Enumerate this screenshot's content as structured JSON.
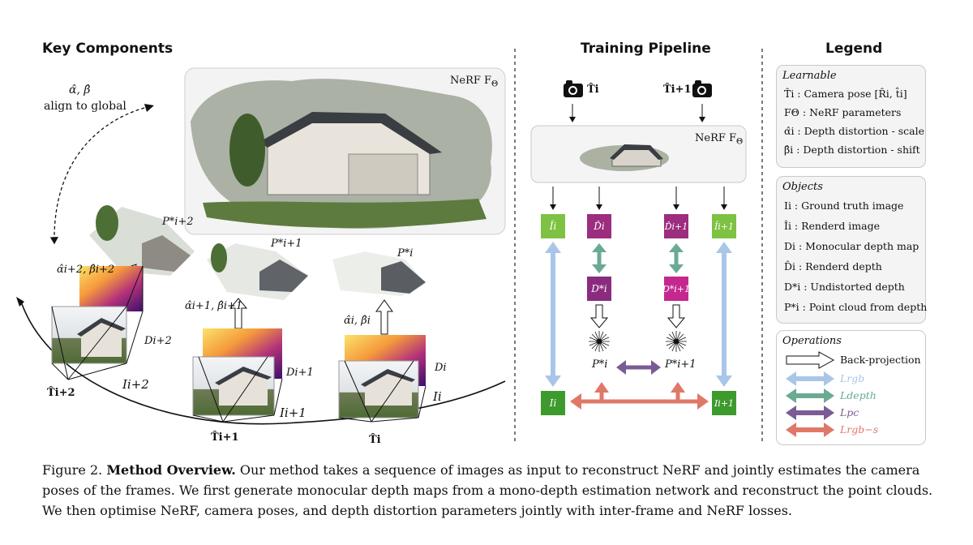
{
  "headers": {
    "key_components": "Key Components",
    "training_pipeline": "Training Pipeline",
    "legend": "Legend"
  },
  "key_components": {
    "align_symbols": "α̂, β̂",
    "align_text": "align to global",
    "nerf_label": "NeRF F",
    "nerf_sub": "Θ",
    "cloud_labels": [
      "P*i+2",
      "P*i+1",
      "P*i"
    ],
    "param_labels": [
      "α̂i+2, β̂i+2",
      "α̂i+1, β̂i+1",
      "α̂i, β̂i"
    ],
    "depth_labels": [
      "Di+2",
      "Di+1",
      "Di"
    ],
    "image_labels": [
      "Ii+2",
      "Ii+1",
      "Ii"
    ],
    "pose_labels": [
      "T̂i+2",
      "T̂i+1",
      "T̂i"
    ]
  },
  "training_pipeline": {
    "cam_left": "T̂i",
    "cam_right": "T̂i+1",
    "nerf_label": "NeRF F",
    "nerf_sub": "Θ",
    "boxes": {
      "i_hat_i": "Îi",
      "d_hat_i": "D̂i",
      "d_hat_i1": "D̂i+1",
      "i_hat_i1": "Îi+1",
      "d_star_i": "D*i",
      "d_star_i1": "D*i+1",
      "i_i": "Ii",
      "i_i1": "Ii+1"
    },
    "p_star_i": "P*i",
    "p_star_i1": "P*i+1"
  },
  "legend": {
    "learnable": {
      "title": "Learnable",
      "items": [
        "T̂i : Camera pose [R̂i, t̂i]",
        "FΘ : NeRF parameters",
        "α̂i : Depth distortion - scale",
        "β̂i : Depth distortion - shift"
      ]
    },
    "objects": {
      "title": "Objects",
      "items": [
        "Ii : Ground truth image",
        "Îi : Renderd image",
        "Di : Monocular depth map",
        "D̂i : Renderd depth",
        "D*i : Undistorted depth",
        "P*i : Point cloud from depth"
      ]
    },
    "operations": {
      "title": "Operations",
      "items": [
        "Back-projection",
        "Lrgb",
        "Ldepth",
        "Lpc",
        "Lrgb−s"
      ]
    }
  },
  "colors": {
    "rgb": "#a9c6e8",
    "depth": "#6aaa93",
    "pc": "#7a5c94",
    "rgbs": "#e07868",
    "green": "#7dc242",
    "dark_green": "#3d9a2d",
    "purple": "#8a2b7e",
    "magenta": "#c4288f"
  },
  "caption": {
    "figure": "Figure 2.",
    "title": "Method Overview.",
    "text": " Our method takes a sequence of images as input to reconstruct NeRF and jointly estimates the camera poses of the frames. We first generate monocular depth maps from a mono-depth estimation network and reconstruct the point clouds. We then optimise NeRF, camera poses, and depth distortion parameters jointly with inter-frame and NeRF losses."
  }
}
